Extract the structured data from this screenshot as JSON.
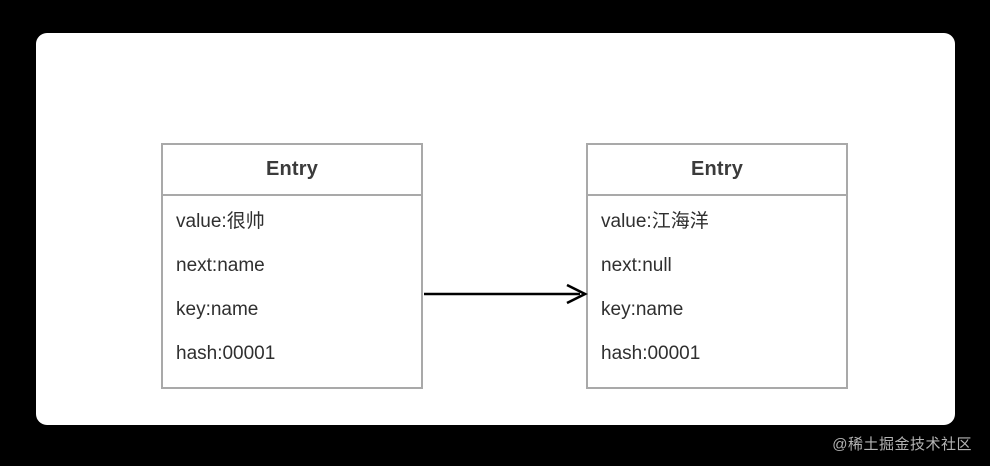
{
  "background_color": "#000000",
  "card": {
    "background_color": "#ffffff"
  },
  "diagram": {
    "border_color": "#a9a9a9",
    "text_color": "#2f2f2f",
    "title_color": "#3b3b3b",
    "arrow_color": "#000000",
    "nodes": [
      {
        "id": "entry-left",
        "title": "Entry",
        "fields": [
          "value:很帅",
          "next:name",
          "key:name",
          "hash:00001"
        ]
      },
      {
        "id": "entry-right",
        "title": "Entry",
        "fields": [
          "value:江海洋",
          "next:null",
          "key:name",
          "hash:00001"
        ]
      }
    ],
    "edges": [
      {
        "id": "edge-left-to-right",
        "from": "entry-left",
        "to": "entry-right",
        "label": "",
        "arrowhead": "open"
      }
    ]
  },
  "watermark": {
    "text": "@稀土掘金技术社区",
    "color": "#b3b3b3"
  }
}
